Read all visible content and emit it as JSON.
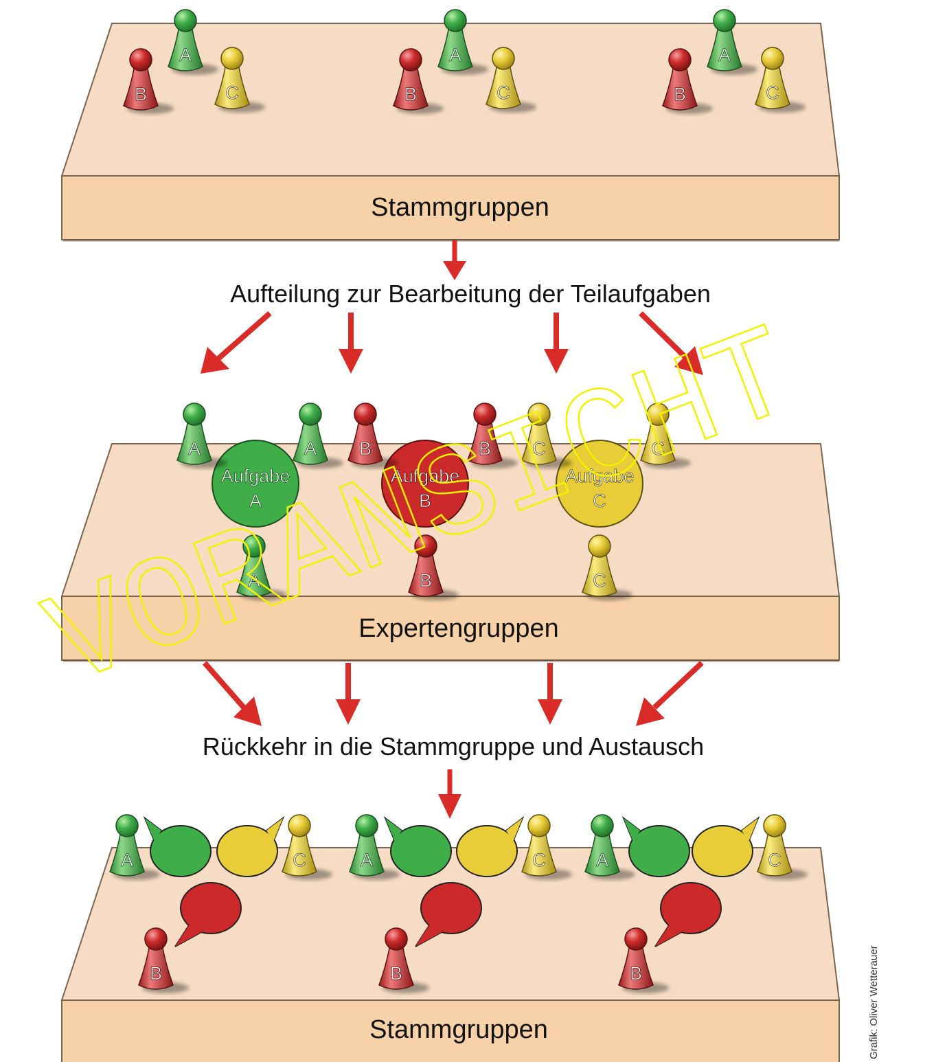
{
  "colors": {
    "board_top": "#f6dcc4",
    "board_front": "#f7d2a8",
    "board_edge": "#7a6450",
    "arrow": "#d92b27",
    "green": "#3fae49",
    "red": "#cc2a2a",
    "yellow": "#e8cc38",
    "watermark": "#f2f200"
  },
  "boards": [
    {
      "label": "Stammgruppen"
    },
    {
      "label": "Expertengruppen"
    },
    {
      "label": "Stammgruppen"
    }
  ],
  "steps": [
    {
      "label": "Aufteilung zur Bearbeitung der Teilaufgaben"
    },
    {
      "label": "Rückkehr in die Stammgruppe und Austausch"
    }
  ],
  "pieces": {
    "a": "A",
    "b": "B",
    "c": "C"
  },
  "tasks": [
    {
      "line1": "Aufgabe",
      "line2": "A"
    },
    {
      "line1": "Aufgabe",
      "line2": "B"
    },
    {
      "line1": "Aufgabe",
      "line2": "C"
    }
  ],
  "watermark": "VORANSICHT",
  "credit": "Grafik: Oliver Wetterauer"
}
